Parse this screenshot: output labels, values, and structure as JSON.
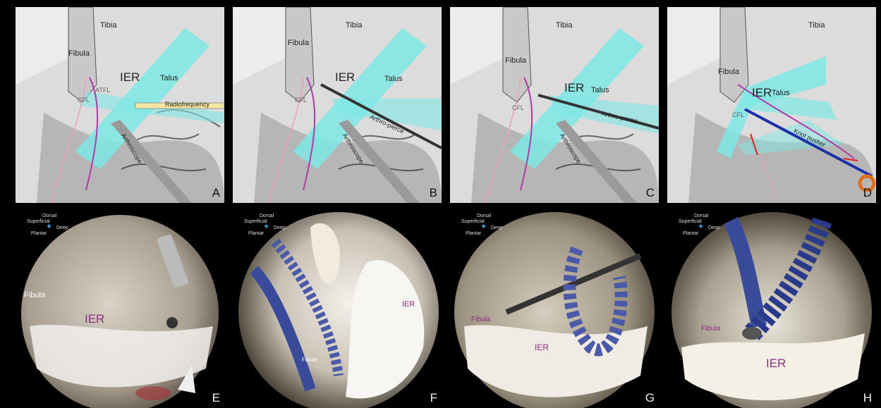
{
  "panels_top": [
    {
      "letter": "A",
      "tibia": "Tibia",
      "fibula": "Fibula",
      "talus": "Talus",
      "ier": "IER",
      "cfl": "CFL",
      "atfl": "ATFL",
      "tool1": "Radiofrequency",
      "tool2": "Arthroscope"
    },
    {
      "letter": "B",
      "tibia": "Tibia",
      "fibula": "Fibula",
      "talus": "Talus",
      "ier": "IER",
      "cfl": "CFL",
      "tool1": "Arthro-pierce",
      "tool2": "Arthroscope"
    },
    {
      "letter": "C",
      "tibia": "Tibia",
      "fibula": "Fibula",
      "talus": "Talus",
      "ier": "IER",
      "cfl": "CFL",
      "tool1": "Arthro-pierce",
      "tool2": "Arthroscope"
    },
    {
      "letter": "D",
      "tibia": "Tibia",
      "fibula": "Fibula",
      "talus": "Talus",
      "ier": "IER",
      "cfl": "CFL",
      "tool1": "Knot pusher"
    }
  ],
  "compass": {
    "superficial": "Superficial",
    "dorsal": "Dorsal",
    "plantar": "Plantar",
    "deep": "Deep"
  },
  "panels_bottom": [
    {
      "letter": "E",
      "fibula": "Fibula",
      "ier": "IER"
    },
    {
      "letter": "F",
      "fibula": "Fibula",
      "ier": "IER"
    },
    {
      "letter": "G",
      "fibula": "Fibula",
      "ier": "IER"
    },
    {
      "letter": "H",
      "fibula": "Fibula",
      "ier": "IER"
    }
  ],
  "colors": {
    "ier_band": "#7ee8e4",
    "suture_purple": "#b03aa8",
    "suture_pink": "#f2a0b4",
    "label_purple": "#8a2a7a"
  }
}
